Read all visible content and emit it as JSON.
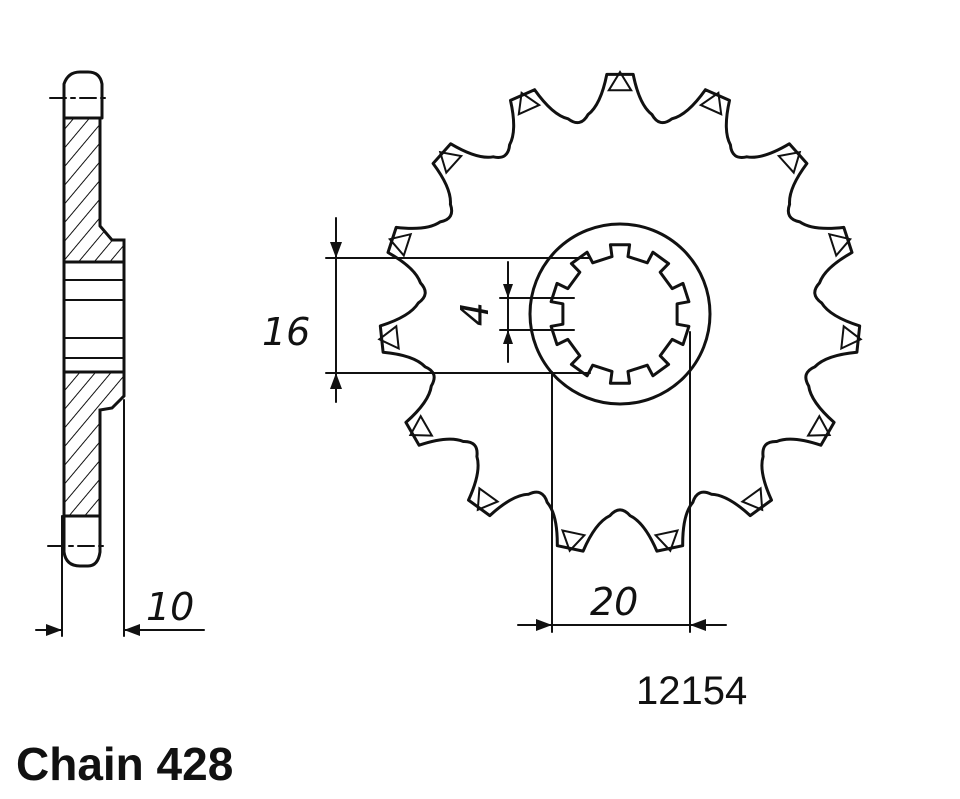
{
  "dimensions": {
    "thickness": "10",
    "inner_diameter": "16",
    "spline_width": "4",
    "outer_spline_diameter": "20"
  },
  "part_number": "12154",
  "chain_label": "Chain 428",
  "sprocket": {
    "teeth": 15
  },
  "colors": {
    "line": "#111111",
    "background": "#ffffff"
  }
}
